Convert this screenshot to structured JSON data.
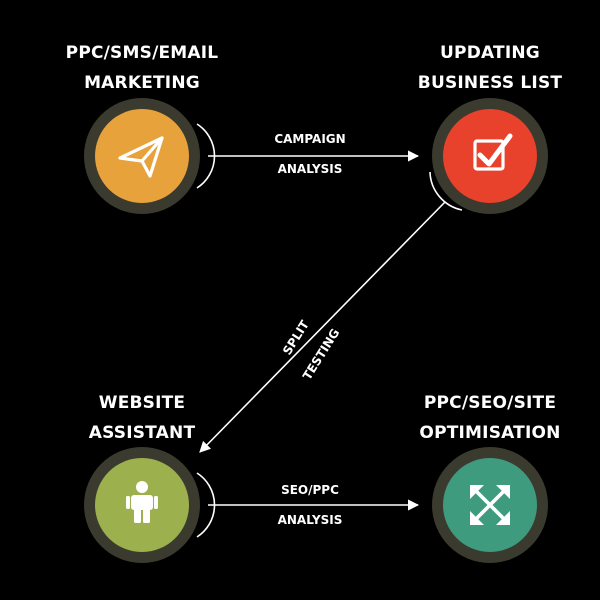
{
  "nodes": [
    {
      "id": "ppc-sms-email",
      "title_lines": [
        "PPC/SMS/EMAIL",
        "MARKETING"
      ],
      "color": "#E8A23C",
      "icon": "paper-plane-icon"
    },
    {
      "id": "updating-list",
      "title_lines": [
        "UPDATING",
        "BUSINESS LIST"
      ],
      "color": "#E8412C",
      "icon": "checkbox-icon"
    },
    {
      "id": "website-assistant",
      "title_lines": [
        "WEBSITE",
        "ASSISTANT"
      ],
      "color": "#9CB04E",
      "icon": "person-icon"
    },
    {
      "id": "ppc-seo-site",
      "title_lines": [
        "PPC/SEO/SITE",
        "OPTIMISATION"
      ],
      "color": "#3E9B7E",
      "icon": "expand-arrows-icon"
    }
  ],
  "edges": [
    {
      "from": "ppc-sms-email",
      "to": "updating-list",
      "label_lines": [
        "CAMPAIGN",
        "ANALYSIS"
      ]
    },
    {
      "from": "updating-list",
      "to": "website-assistant",
      "label_lines": [
        "SPLIT",
        "TESTING"
      ]
    },
    {
      "from": "website-assistant",
      "to": "ppc-seo-site",
      "label_lines": [
        "SEO/PPC",
        "ANALYSIS"
      ]
    }
  ],
  "colors": {
    "background": "#000000",
    "ring": "#3A3A2E",
    "arrow": "#FFFFFF",
    "icon": "#FFFFFF"
  }
}
